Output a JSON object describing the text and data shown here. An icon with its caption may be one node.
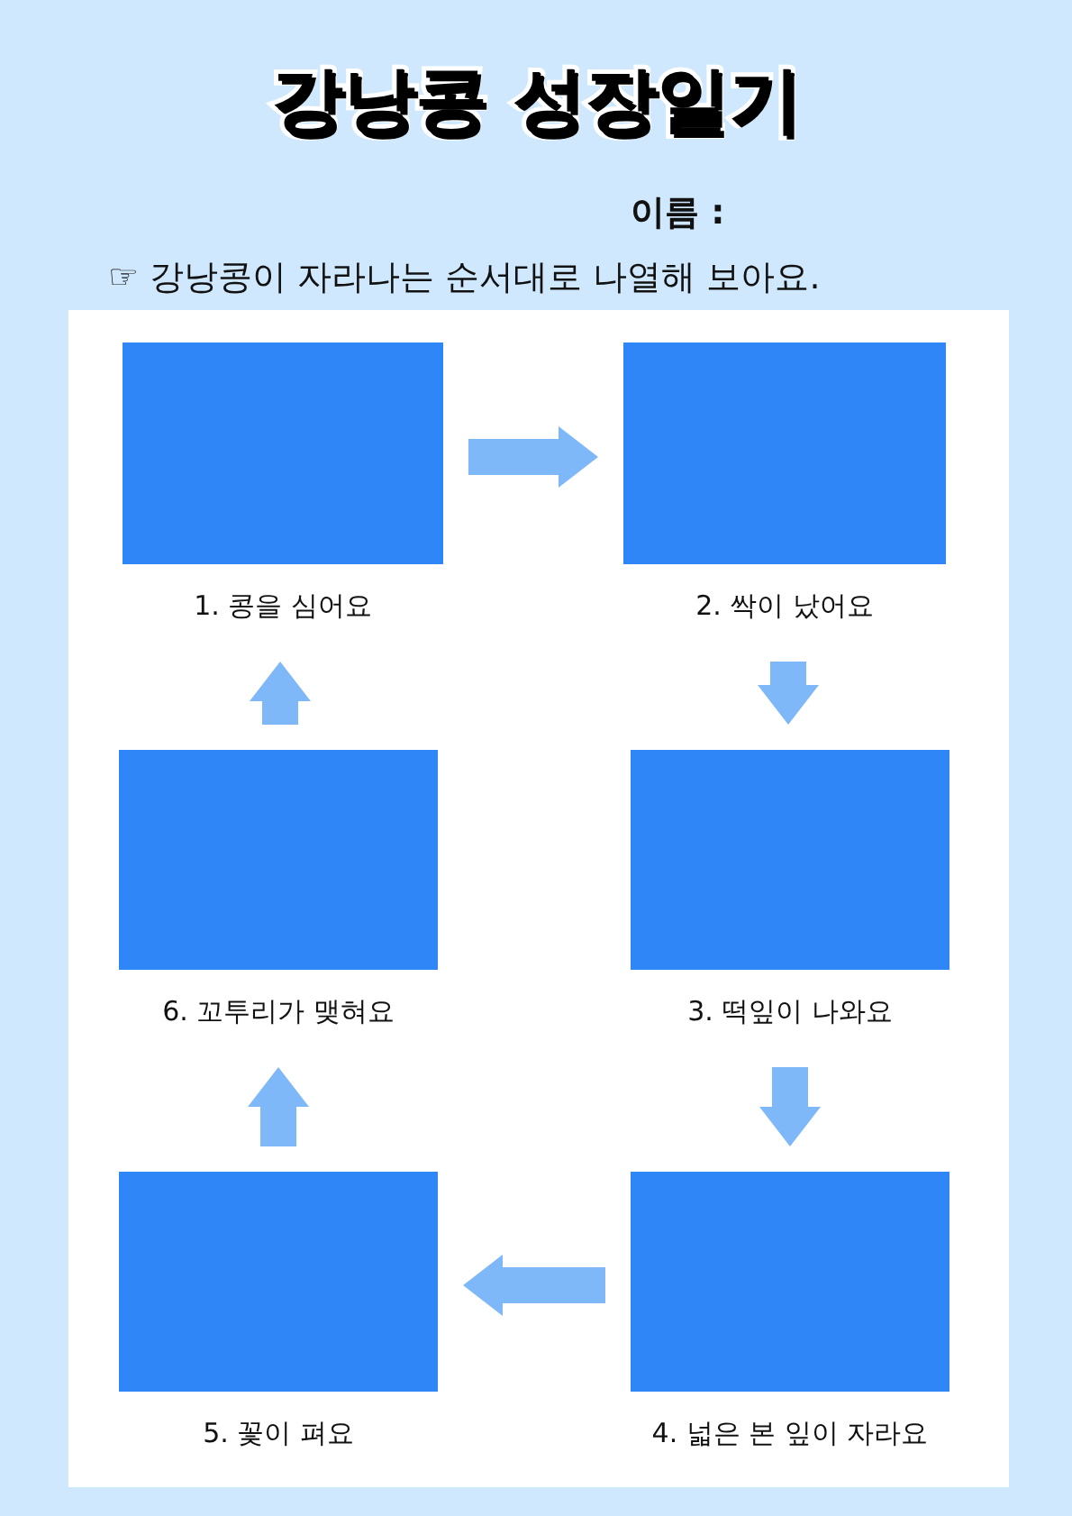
{
  "diagram": {
    "title": "강낭콩 성장일기",
    "nodes": [
      {
        "text": [
          "1. 콩을 심어요"
        ]
      },
      {
        "text": [
          "2. 싹이 났어요"
        ]
      },
      {
        "text": [
          "6. 꼬투리가 맺혀요"
        ]
      },
      {
        "text": [
          "3. 떡잎이 나와요"
        ]
      },
      {
        "text": [
          "5. 꽃이 펴요"
        ]
      },
      {
        "text": [
          "4. 넓은 본 잎이 자라요"
        ]
      }
    ],
    "edges": [
      {
        "from": 0,
        "to": 1,
        "arrow": "to"
      },
      {
        "from": 1,
        "to": 3,
        "arrow": "to"
      },
      {
        "from": 3,
        "to": 5,
        "arrow": "to"
      },
      {
        "from": 5,
        "to": 4,
        "arrow": "to"
      },
      {
        "from": 4,
        "to": 2,
        "arrow": "to"
      },
      {
        "from": 2,
        "to": 0,
        "arrow": "to"
      }
    ],
    "labels": [
      "이름 :",
      "☞ 강낭콩이 자라나는 순서대로 나열해 보아요."
    ]
  }
}
